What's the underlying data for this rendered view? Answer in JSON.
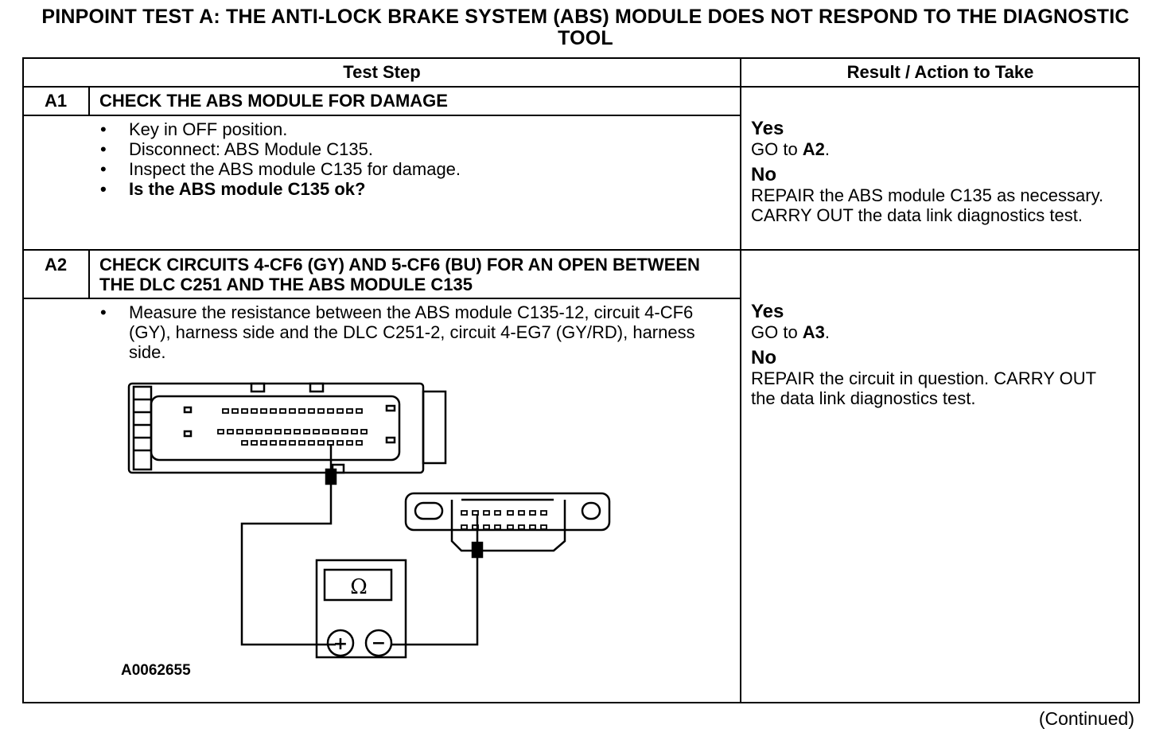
{
  "title": "PINPOINT TEST  A: THE ANTI-LOCK BRAKE SYSTEM (ABS) MODULE DOES NOT RESPOND TO THE DIAGNOSTIC TOOL",
  "headers": {
    "test_step": "Test Step",
    "result": "Result / Action to Take"
  },
  "steps": [
    {
      "id": "A1",
      "title": "CHECK THE ABS MODULE FOR DAMAGE",
      "bullets": [
        "Key in OFF position.",
        "Disconnect: ABS Module C135.",
        "Inspect the ABS module C135 for damage.",
        "Is the ABS module C135 ok?"
      ],
      "yes_label": "Yes",
      "yes_text_prefix": "GO to ",
      "yes_target": "A2",
      "yes_suffix": ".",
      "no_label": "No",
      "no_text": "REPAIR the ABS module C135 as necessary. CARRY OUT the data link diagnostics test."
    },
    {
      "id": "A2",
      "title": "CHECK CIRCUITS 4-CF6 (GY) AND 5-CF6 (BU) FOR AN OPEN BETWEEN THE DLC C251 AND THE ABS MODULE C135",
      "bullets": [
        "Measure the resistance between the ABS module C135-12, circuit 4-CF6 (GY), harness side and the DLC C251-2, circuit 4-EG7 (GY/RD), harness side."
      ],
      "yes_label": "Yes",
      "yes_text_prefix": "GO to ",
      "yes_target": "A3",
      "yes_suffix": ".",
      "no_label": "No",
      "no_text": "REPAIR the circuit in question. CARRY OUT the data link diagnostics test.",
      "figure_id": "A0062655",
      "meter_symbol": "Ω"
    }
  ],
  "continued": "(Continued)"
}
